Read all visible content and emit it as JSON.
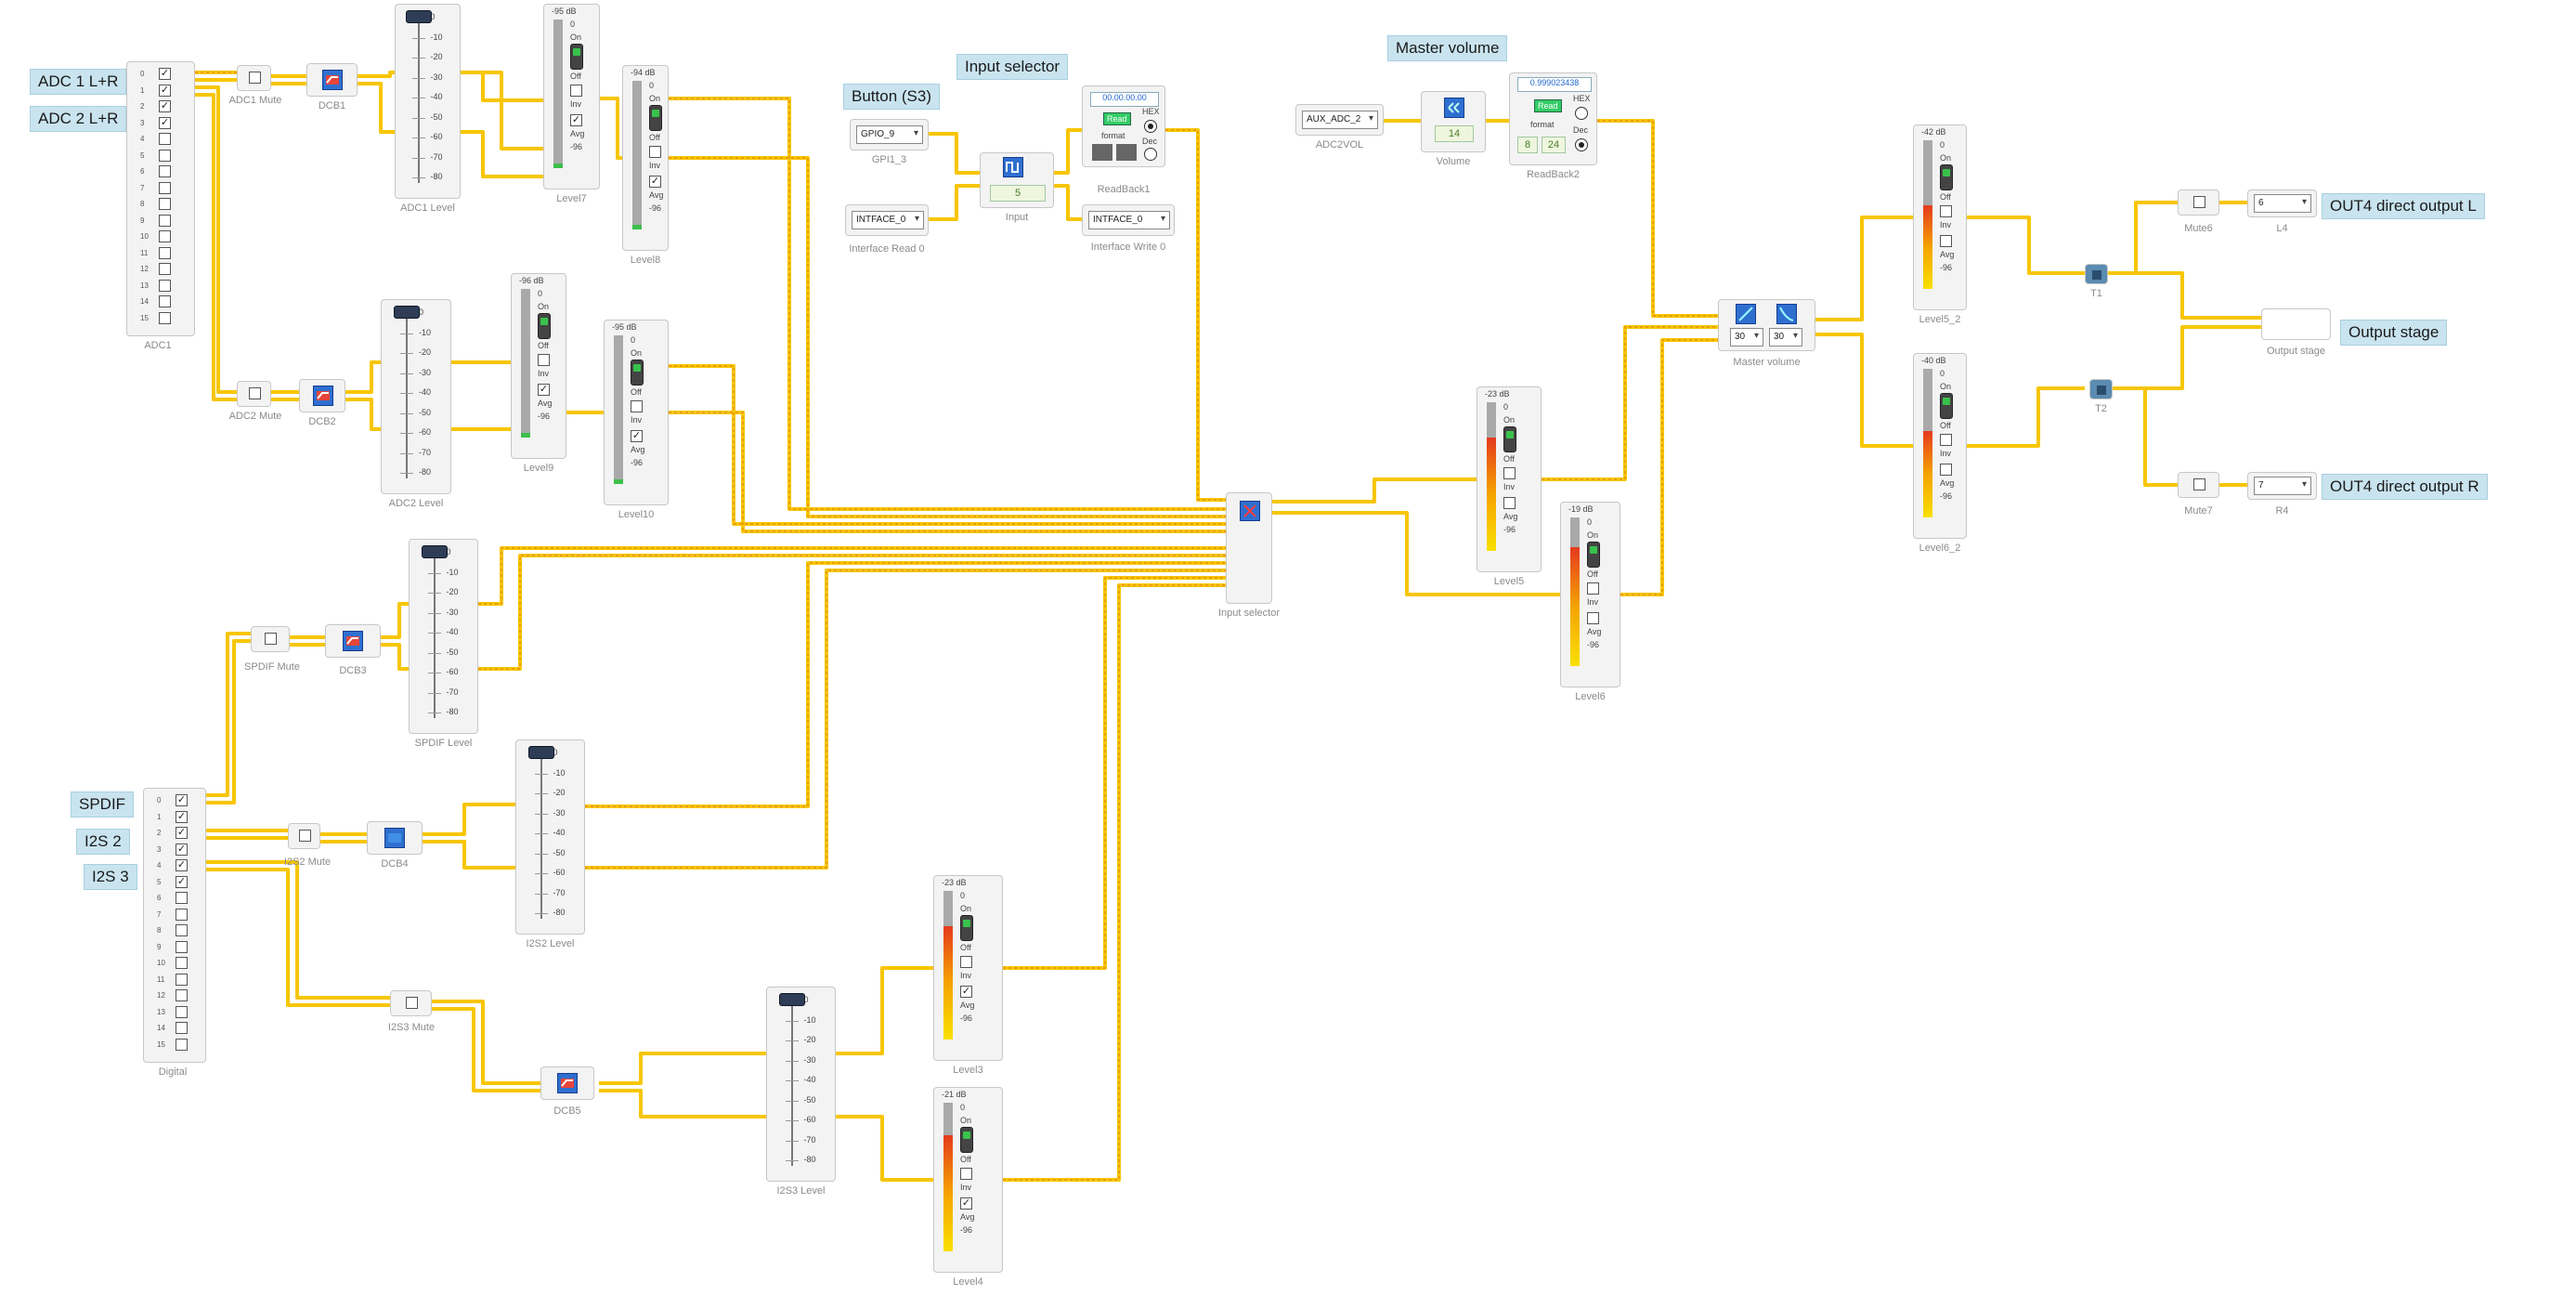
{
  "labels": {
    "adc1": "ADC 1 L+R",
    "adc2": "ADC 2 L+R",
    "spdif": "SPDIF",
    "i2s2": "I2S 2",
    "i2s3": "I2S 3",
    "button_s3": "Button (S3)",
    "input_selector": "Input selector",
    "master_volume": "Master volume",
    "out_l": "OUT4 direct output L",
    "output_stage": "Output stage",
    "out_r": "OUT4 direct output R"
  },
  "channels": [
    "0",
    "1",
    "2",
    "3",
    "4",
    "5",
    "6",
    "7",
    "8",
    "9",
    "10",
    "11",
    "12",
    "13",
    "14",
    "15"
  ],
  "captions": {
    "adc1": "ADC1",
    "adc1_mute": "ADC1 Mute",
    "dcb1": "DCB1",
    "adc1_level": "ADC1 Level",
    "level7": "Level7",
    "level8": "Level8",
    "adc2_mute": "ADC2 Mute",
    "dcb2": "DCB2",
    "adc2_level": "ADC2 Level",
    "level9": "Level9",
    "level10": "Level10",
    "spdif_mute": "SPDIF Mute",
    "dcb3": "DCB3",
    "spdif_level": "SPDIF Level",
    "digital": "Digital",
    "i2s2_mute": "I2S2 Mute",
    "dcb4": "DCB4",
    "i2s2_level": "I2S2 Level",
    "i2s3_mute": "I2S3 Mute",
    "dcb5": "DCB5",
    "i2s3_level": "I2S3 Level",
    "level3": "Level3",
    "level4": "Level4",
    "gpio": "GPI1_3",
    "interface_read": "Interface Read 0",
    "input": "Input",
    "readback1": "ReadBack1",
    "interface_write": "Interface Write 0",
    "input_selector": "Input selector",
    "adc2vol": "ADC2VOL",
    "volume": "Volume",
    "readback2": "ReadBack2",
    "level5": "Level5",
    "level6": "Level6",
    "master_volume": "Master volume",
    "level52": "Level5_2",
    "level62": "Level6_2",
    "t1": "T1",
    "t2": "T2",
    "mute6": "Mute6",
    "mute7": "Mute7",
    "l4": "L4",
    "r4": "R4",
    "output_stage": "Output stage"
  },
  "fader_scale": [
    "0",
    "-10",
    "-20",
    "-30",
    "-40",
    "-50",
    "-60",
    "-70",
    "-80"
  ],
  "meters": {
    "level7": {
      "db": "-95 dB",
      "fill": 0.03
    },
    "level8": {
      "db": "-94 dB",
      "fill": 0.03
    },
    "level9": {
      "db": "-96 dB",
      "fill": 0.03
    },
    "level10": {
      "db": "-95 dB",
      "fill": 0.03
    },
    "level3": {
      "db": "-23 dB",
      "fill": 0.76
    },
    "level4": {
      "db": "-21 dB",
      "fill": 0.78
    },
    "level5": {
      "db": "-23 dB",
      "fill": 0.76
    },
    "level6": {
      "db": "-19 dB",
      "fill": 0.8
    },
    "level52": {
      "db": "-42 dB",
      "fill": 0.56
    },
    "level62": {
      "db": "-40 dB",
      "fill": 0.58
    }
  },
  "meter_text": {
    "zero": "0",
    "on": "On",
    "off": "Off",
    "inv": "Inv",
    "avg": "Avg",
    "floor": "-96"
  },
  "controls": {
    "gpio_value": "GPIO_9",
    "interface_read_value": "INTFACE_0",
    "interface_write_value": "INTFACE_0",
    "input_value": "5",
    "readback1_value": "00.00.00.00",
    "readback1_read": "Read",
    "readback1_format": "format",
    "readback1_hex": "HEX",
    "readback1_dec": "Dec",
    "adc2vol_value": "AUX_ADC_2",
    "volume_value": "14",
    "readback2_value": "0.999023438",
    "readback2_read": "Read",
    "readback2_format": "format",
    "readback2_hex": "HEX",
    "readback2_dec": "Dec",
    "readback2_f1": "8",
    "readback2_f2": "24",
    "mv_left": "30",
    "mv_right": "30",
    "l4_value": "6",
    "r4_value": "7"
  },
  "colors": {
    "wire": "#f7c600",
    "wire_dash": "#e58a00",
    "pin_in": "#1aa34a",
    "pin_out": "#1a4fd6",
    "label_bg": "#c9e4ef"
  }
}
